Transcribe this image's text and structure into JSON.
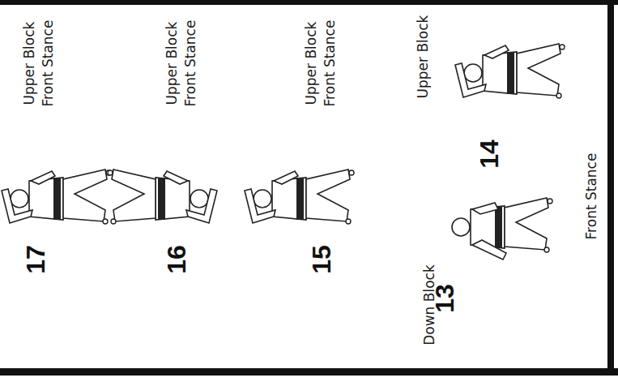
{
  "diagram": {
    "labels": [
      "Upper Block",
      "Front Stance",
      "17",
      "Upper Block",
      "Front Stance",
      "16",
      "Upper Block",
      "Front Stance",
      "15",
      "Upper Block",
      "14",
      "Down Block",
      "13",
      "Front Stance"
    ]
  }
}
